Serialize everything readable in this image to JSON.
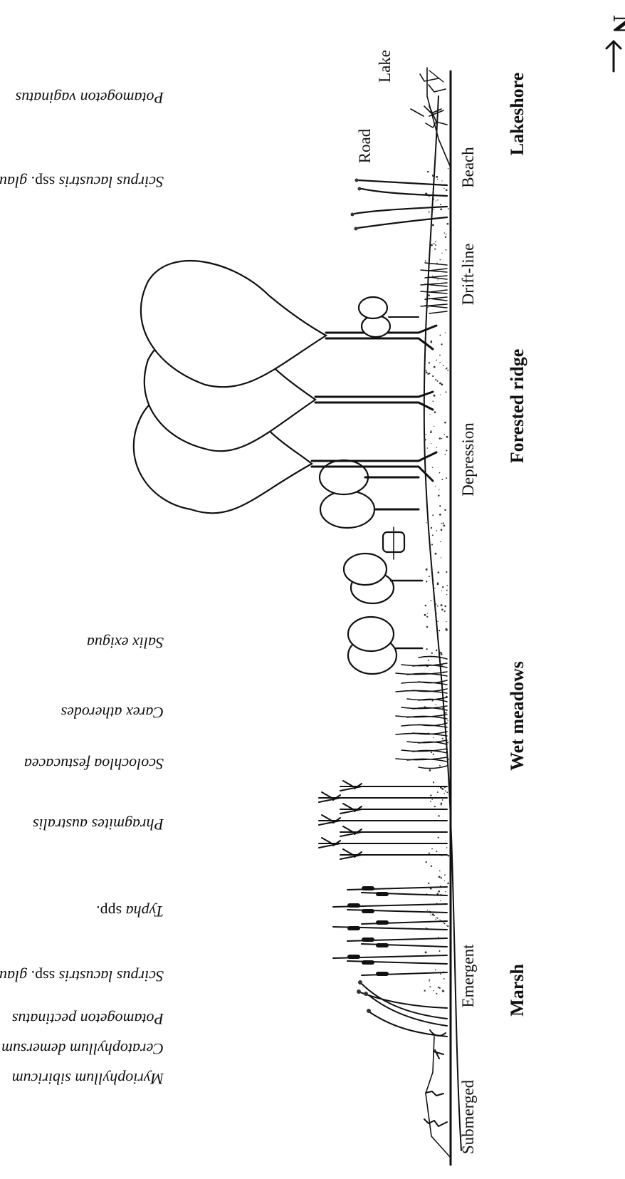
{
  "orientation_marker": {
    "label": "N",
    "arrow_icon": "arrow-up-icon"
  },
  "zones": [
    {
      "id": "marsh",
      "label": "Marsh",
      "subzones": [
        "Submerged",
        "Emergent"
      ]
    },
    {
      "id": "wet-meadows",
      "label": "Wet meadows",
      "subzones": []
    },
    {
      "id": "forested-ridge",
      "label": "Forested ridge",
      "subzones": [
        "Depression",
        "Drift-line"
      ]
    },
    {
      "id": "lakeshore",
      "label": "Lakeshore",
      "subzones": [
        "Beach"
      ]
    }
  ],
  "landmarks": {
    "road": "Road",
    "lake": "Lake"
  },
  "species": [
    {
      "id": "myriophyllum",
      "genus": "Myriophyllum sibiricum",
      "suffix": ""
    },
    {
      "id": "ceratophyllum",
      "genus": "Ceratophyllum demersum",
      "suffix": ""
    },
    {
      "id": "potamogeton-pectinatus",
      "genus": "Potamogeton pectinatus",
      "suffix": ""
    },
    {
      "id": "scirpus-marsh",
      "genus": "Scirpus lacustris",
      "mid": "ssp.",
      "suffix": "glaucus"
    },
    {
      "id": "typha",
      "genus": "Typha",
      "mid": "spp.",
      "suffix": ""
    },
    {
      "id": "phragmites",
      "genus": "Phragmites australis",
      "suffix": ""
    },
    {
      "id": "scolochloa",
      "genus": "Scolochloa festucacea",
      "suffix": ""
    },
    {
      "id": "carex",
      "genus": "Carex atherodes",
      "suffix": ""
    },
    {
      "id": "salix",
      "genus": "Salix exigua",
      "suffix": ""
    },
    {
      "id": "scirpus-lake",
      "genus": "Scirpus lacustris",
      "mid": "ssp.",
      "suffix": "glaucus"
    },
    {
      "id": "potamogeton-vaginatus",
      "genus": "Potamogeton vaginatus",
      "suffix": ""
    }
  ]
}
